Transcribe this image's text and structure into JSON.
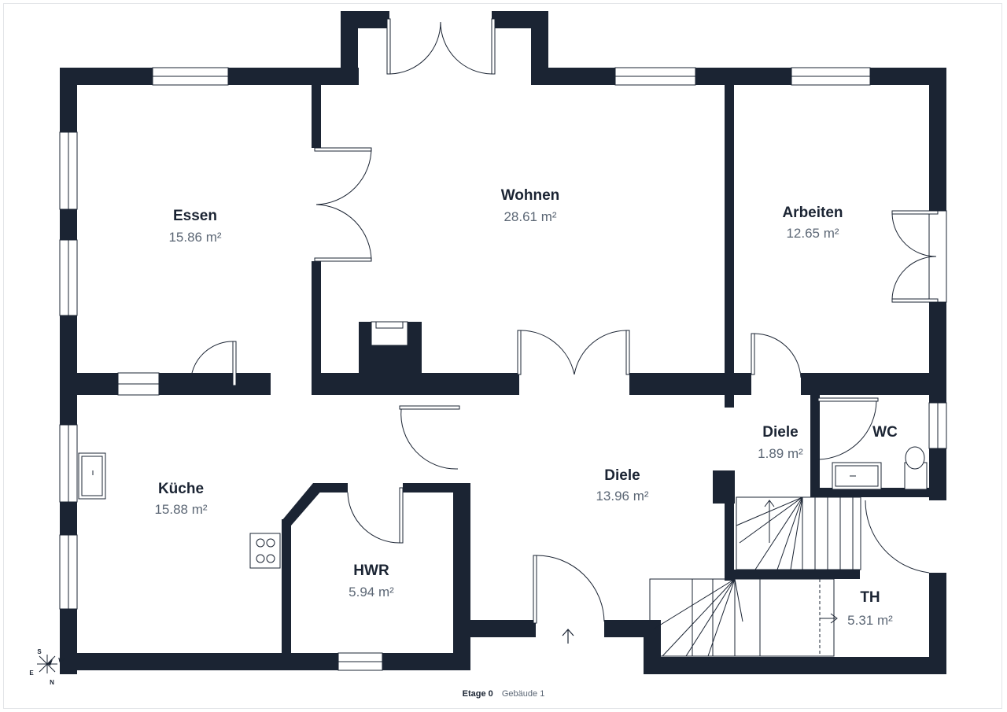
{
  "colors": {
    "wall": "#1b2433",
    "text": "#1b2433",
    "area_text": "#5c6775",
    "background": "#ffffff"
  },
  "rooms": [
    {
      "id": "essen",
      "name": "Essen",
      "area": "15.86 m²"
    },
    {
      "id": "wohnen",
      "name": "Wohnen",
      "area": "28.61 m²"
    },
    {
      "id": "arbeiten",
      "name": "Arbeiten",
      "area": "12.65 m²"
    },
    {
      "id": "kueche",
      "name": "Küche",
      "area": "15.88 m²"
    },
    {
      "id": "hwr",
      "name": "HWR",
      "area": "5.94 m²"
    },
    {
      "id": "diele-main",
      "name": "Diele",
      "area": "13.96 m²"
    },
    {
      "id": "diele-small",
      "name": "Diele",
      "area": "1.89 m²"
    },
    {
      "id": "wc",
      "name": "WC",
      "area": ""
    },
    {
      "id": "th",
      "name": "TH",
      "area": "5.31 m²"
    }
  ],
  "compass": {
    "n": "N",
    "s": "S",
    "e": "E",
    "w": "W"
  },
  "footer": {
    "floor": "Etage 0",
    "building": "Gebäude 1"
  }
}
